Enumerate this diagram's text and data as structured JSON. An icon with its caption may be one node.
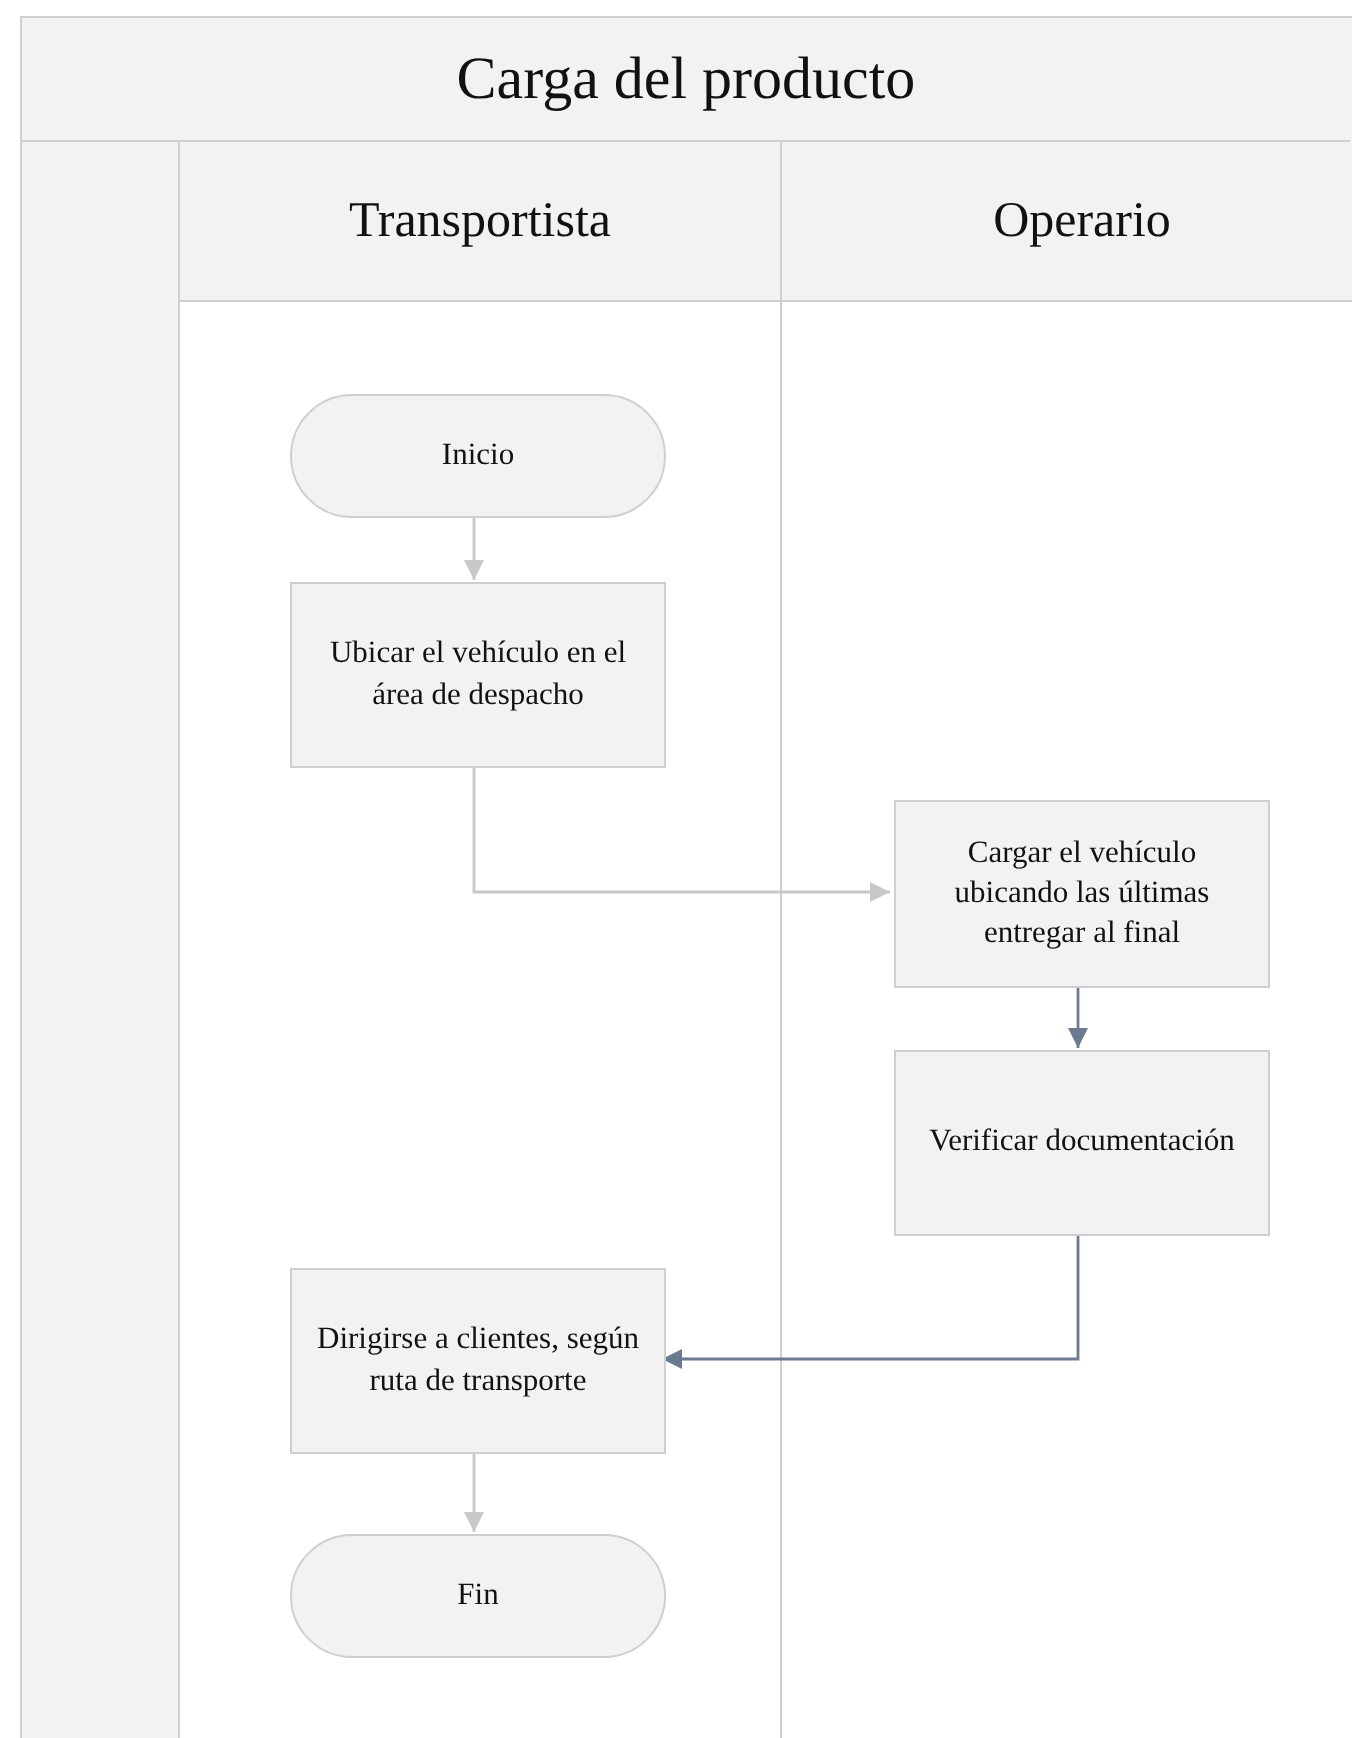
{
  "diagram": {
    "nodes": [
      {
        "text": [
          "Carga del producto"
        ]
      },
      {
        "text": [
          "Transportista"
        ],
        "in": 0
      },
      {
        "text": [
          "Operario"
        ],
        "in": 0
      },
      {
        "text": [
          "Inicio"
        ],
        "in": 1
      },
      {
        "text": [
          "Ubicar el vehículo en el área de despacho"
        ],
        "in": 1
      },
      {
        "text": [
          "Cargar el vehículo ubicando las últimas entregar al final"
        ],
        "in": 2
      },
      {
        "text": [
          "Verificar documentación"
        ],
        "in": 2
      },
      {
        "text": [
          "Dirigirse a clientes, según ruta de transporte"
        ],
        "in": 1
      },
      {
        "text": [
          "Fin"
        ],
        "in": 1
      }
    ],
    "edges": [
      {
        "from": 3,
        "to": 4,
        "arrow": "to"
      },
      {
        "from": 4,
        "to": 5,
        "arrow": "to"
      },
      {
        "from": 5,
        "to": 6,
        "arrow": "to",
        "color": "#6b7a8f"
      },
      {
        "from": 6,
        "to": 7,
        "arrow": "to",
        "color": "#6b7a8f"
      },
      {
        "from": 7,
        "to": 8,
        "arrow": "to"
      }
    ]
  }
}
